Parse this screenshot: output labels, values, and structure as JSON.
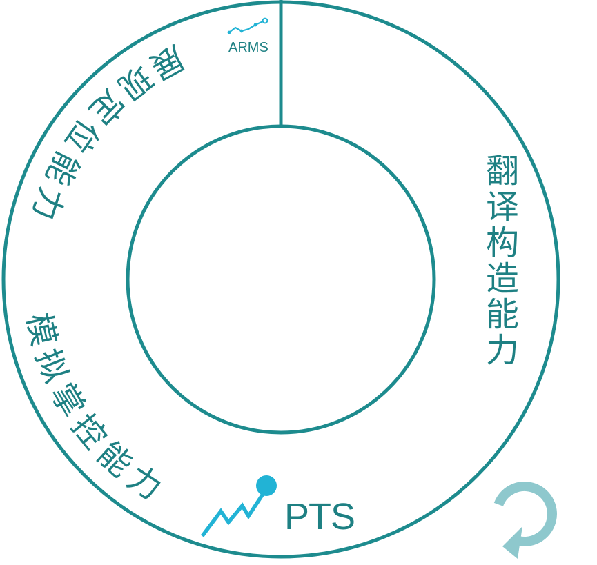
{
  "ring": {
    "labels": {
      "top_left": "展现定位能力",
      "right": "翻译构造能力",
      "bottom_left": "模拟掌控能力"
    }
  },
  "logos": {
    "arms": {
      "text": "ARMS",
      "icon": "line-chart-icon"
    },
    "pts": {
      "text": "PTS",
      "icon": "line-chart-icon"
    }
  },
  "controls": {
    "replay": {
      "icon": "replay-icon"
    }
  },
  "colors": {
    "ring": "#1d8b8e",
    "label": "#1e8083",
    "accent": "#22b3d5",
    "replay": "#8ec8cd"
  }
}
